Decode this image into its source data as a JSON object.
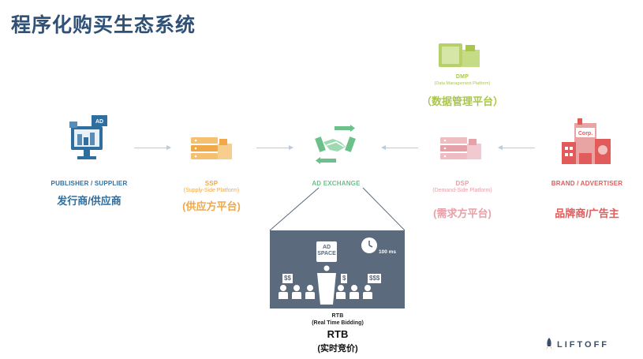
{
  "title": "程序化购买生态系统",
  "colors": {
    "title": "#2f5177",
    "publisher": "#2f6fa0",
    "ssp": "#f0a848",
    "exchange": "#6cc08a",
    "dmp": "#a8c74a",
    "dsp": "#e6a0a8",
    "brand": "#e15b5b",
    "rtb_box": "#5b6a7c",
    "arrow": "#b9cbe0"
  },
  "publisher": {
    "en": "PUBLISHER / SUPPLIER",
    "cn": "发行商/供应商",
    "icon": "monitor-ad-icon",
    "badge": "AD"
  },
  "ssp": {
    "en": "SSP",
    "sub": "(Supply-Side Platform)",
    "cn": "(供应方平台)",
    "icon": "server-stack-icon"
  },
  "exchange": {
    "en": "AD EXCHANGE",
    "icon": "handshake-icon"
  },
  "dsp": {
    "en": "DSP",
    "sub": "(Demand-Side Platform)",
    "cn": "(需求方平台)",
    "icon": "server-stack-icon"
  },
  "dmp": {
    "en": "DMP",
    "sub": "(Data Management Platform)",
    "cn": "（数据管理平台）",
    "icon": "database-box-icon"
  },
  "brand": {
    "en": "BRAND / ADVERTISER",
    "cn": "品牌商/广告主",
    "icon": "building-icon",
    "sign": "Corp."
  },
  "rtb": {
    "ad_space": [
      "AD",
      "SPACE"
    ],
    "timer": "100 ms",
    "bids": [
      "$$",
      "$",
      "$$$"
    ],
    "en": "RTB",
    "sub": "(Real Time Bidding)",
    "cn_title": "RTB",
    "cn_sub": "(实时竞价)"
  },
  "logo": "LIFTOFF"
}
